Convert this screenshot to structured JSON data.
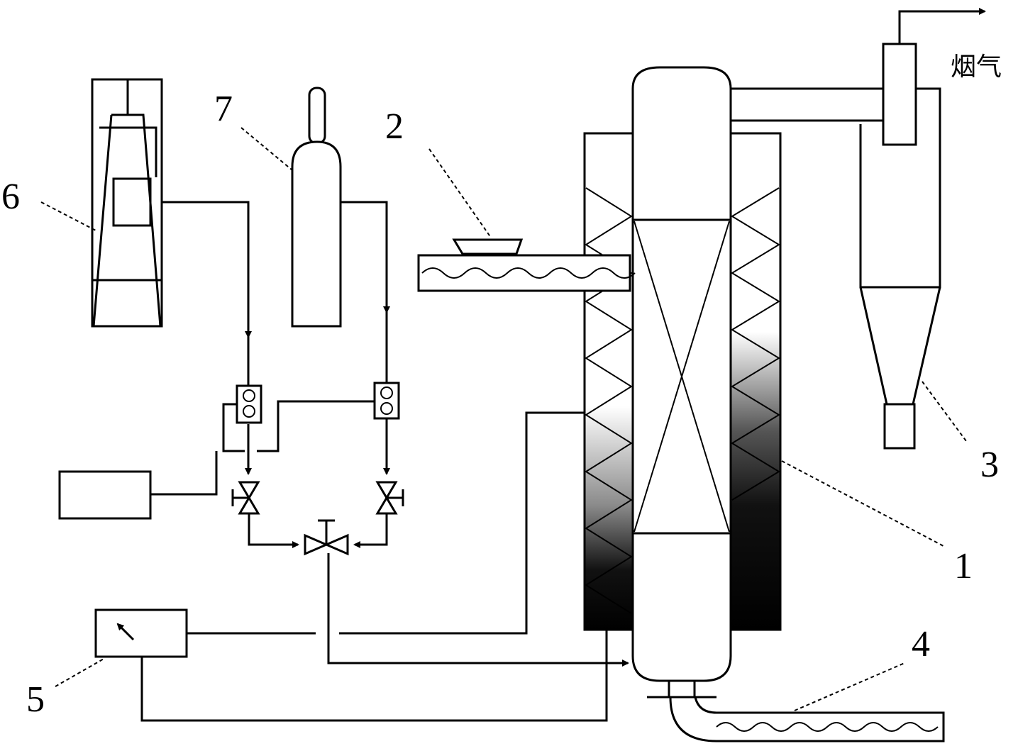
{
  "labels": {
    "reactor": "1",
    "feeder": "2",
    "cyclone": "3",
    "discharge": "4",
    "controller": "5",
    "air_blower": "6",
    "gas_cylinder": "7"
  },
  "outlet_label": "烟气"
}
